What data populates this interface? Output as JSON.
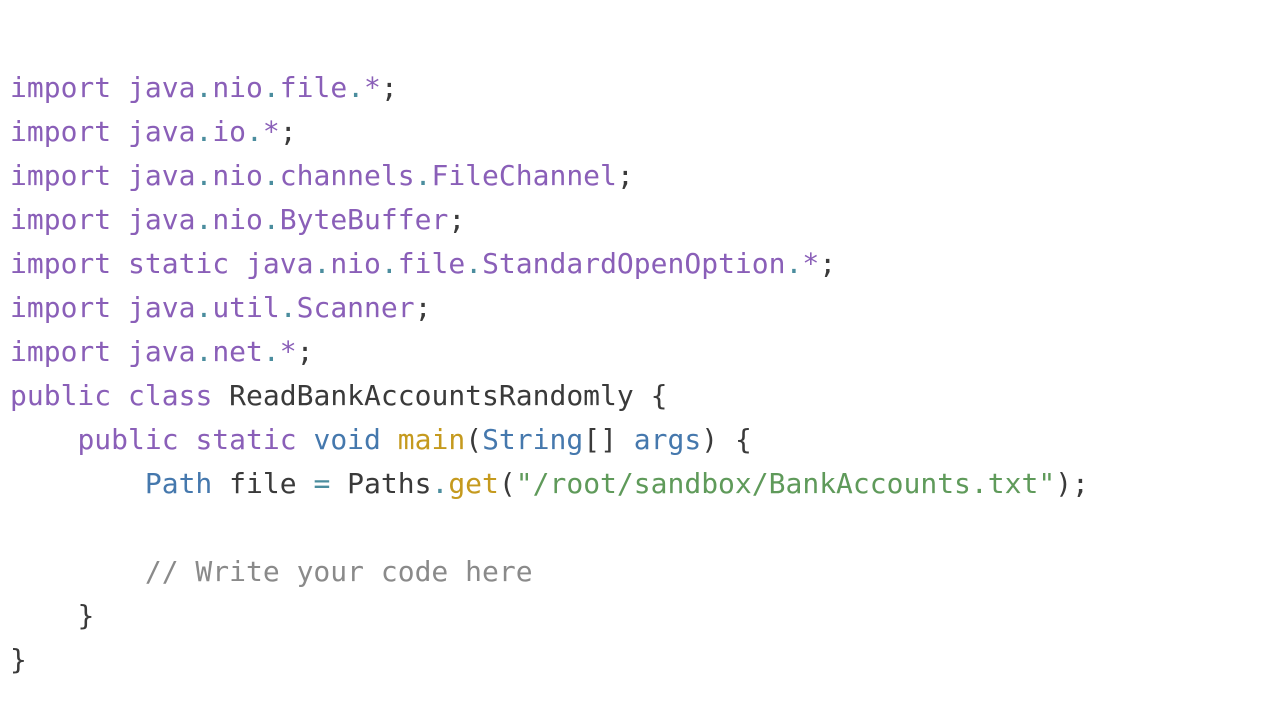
{
  "editor": {
    "lines": [
      [
        {
          "t": "import",
          "c": "kw"
        },
        {
          "t": " ",
          "c": "plain"
        },
        {
          "t": "java",
          "c": "pkg"
        },
        {
          "t": ".",
          "c": "dot"
        },
        {
          "t": "nio",
          "c": "pkg"
        },
        {
          "t": ".",
          "c": "dot"
        },
        {
          "t": "file",
          "c": "pkg"
        },
        {
          "t": ".",
          "c": "dot"
        },
        {
          "t": "*",
          "c": "pkg"
        },
        {
          "t": ";",
          "c": "plain"
        }
      ],
      [
        {
          "t": "import",
          "c": "kw"
        },
        {
          "t": " ",
          "c": "plain"
        },
        {
          "t": "java",
          "c": "pkg"
        },
        {
          "t": ".",
          "c": "dot"
        },
        {
          "t": "io",
          "c": "pkg"
        },
        {
          "t": ".",
          "c": "dot"
        },
        {
          "t": "*",
          "c": "pkg"
        },
        {
          "t": ";",
          "c": "plain"
        }
      ],
      [
        {
          "t": "import",
          "c": "kw"
        },
        {
          "t": " ",
          "c": "plain"
        },
        {
          "t": "java",
          "c": "pkg"
        },
        {
          "t": ".",
          "c": "dot"
        },
        {
          "t": "nio",
          "c": "pkg"
        },
        {
          "t": ".",
          "c": "dot"
        },
        {
          "t": "channels",
          "c": "pkg"
        },
        {
          "t": ".",
          "c": "dot"
        },
        {
          "t": "FileChannel",
          "c": "pkg"
        },
        {
          "t": ";",
          "c": "plain"
        }
      ],
      [
        {
          "t": "import",
          "c": "kw"
        },
        {
          "t": " ",
          "c": "plain"
        },
        {
          "t": "java",
          "c": "pkg"
        },
        {
          "t": ".",
          "c": "dot"
        },
        {
          "t": "nio",
          "c": "pkg"
        },
        {
          "t": ".",
          "c": "dot"
        },
        {
          "t": "ByteBuffer",
          "c": "pkg"
        },
        {
          "t": ";",
          "c": "plain"
        }
      ],
      [
        {
          "t": "import",
          "c": "kw"
        },
        {
          "t": " ",
          "c": "plain"
        },
        {
          "t": "static",
          "c": "kw"
        },
        {
          "t": " ",
          "c": "plain"
        },
        {
          "t": "java",
          "c": "pkg"
        },
        {
          "t": ".",
          "c": "dot"
        },
        {
          "t": "nio",
          "c": "pkg"
        },
        {
          "t": ".",
          "c": "dot"
        },
        {
          "t": "file",
          "c": "pkg"
        },
        {
          "t": ".",
          "c": "dot"
        },
        {
          "t": "StandardOpenOption",
          "c": "pkg"
        },
        {
          "t": ".",
          "c": "dot"
        },
        {
          "t": "*",
          "c": "pkg"
        },
        {
          "t": ";",
          "c": "plain"
        }
      ],
      [
        {
          "t": "import",
          "c": "kw"
        },
        {
          "t": " ",
          "c": "plain"
        },
        {
          "t": "java",
          "c": "pkg"
        },
        {
          "t": ".",
          "c": "dot"
        },
        {
          "t": "util",
          "c": "pkg"
        },
        {
          "t": ".",
          "c": "dot"
        },
        {
          "t": "Scanner",
          "c": "pkg"
        },
        {
          "t": ";",
          "c": "plain"
        }
      ],
      [
        {
          "t": "import",
          "c": "kw"
        },
        {
          "t": " ",
          "c": "plain"
        },
        {
          "t": "java",
          "c": "pkg"
        },
        {
          "t": ".",
          "c": "dot"
        },
        {
          "t": "net",
          "c": "pkg"
        },
        {
          "t": ".",
          "c": "dot"
        },
        {
          "t": "*",
          "c": "pkg"
        },
        {
          "t": ";",
          "c": "plain"
        }
      ],
      [
        {
          "t": "public",
          "c": "kw"
        },
        {
          "t": " ",
          "c": "plain"
        },
        {
          "t": "class",
          "c": "kw"
        },
        {
          "t": " ",
          "c": "plain"
        },
        {
          "t": "ReadBankAccountsRandomly",
          "c": "plain"
        },
        {
          "t": " {",
          "c": "plain"
        }
      ],
      [
        {
          "t": "    ",
          "c": "plain"
        },
        {
          "t": "public",
          "c": "kw"
        },
        {
          "t": " ",
          "c": "plain"
        },
        {
          "t": "static",
          "c": "kw"
        },
        {
          "t": " ",
          "c": "plain"
        },
        {
          "t": "void",
          "c": "type"
        },
        {
          "t": " ",
          "c": "plain"
        },
        {
          "t": "main",
          "c": "fn"
        },
        {
          "t": "(",
          "c": "plain"
        },
        {
          "t": "String",
          "c": "type"
        },
        {
          "t": "[] ",
          "c": "plain"
        },
        {
          "t": "args",
          "c": "type"
        },
        {
          "t": ") {",
          "c": "plain"
        }
      ],
      [
        {
          "t": "        ",
          "c": "plain"
        },
        {
          "t": "Path",
          "c": "type"
        },
        {
          "t": " file ",
          "c": "plain"
        },
        {
          "t": "=",
          "c": "dot"
        },
        {
          "t": " Paths",
          "c": "plain"
        },
        {
          "t": ".",
          "c": "dot"
        },
        {
          "t": "get",
          "c": "fn"
        },
        {
          "t": "(",
          "c": "plain"
        },
        {
          "t": "\"/root/sandbox/BankAccounts.txt\"",
          "c": "str"
        },
        {
          "t": ");",
          "c": "plain"
        }
      ],
      [
        {
          "t": "",
          "c": "plain"
        }
      ],
      [
        {
          "t": "        ",
          "c": "plain"
        },
        {
          "t": "// Write your code here",
          "c": "com"
        }
      ],
      [
        {
          "t": "    ",
          "c": "plain"
        },
        {
          "t": "}",
          "c": "plain"
        }
      ],
      [
        {
          "t": "}",
          "c": "plain"
        }
      ]
    ]
  }
}
